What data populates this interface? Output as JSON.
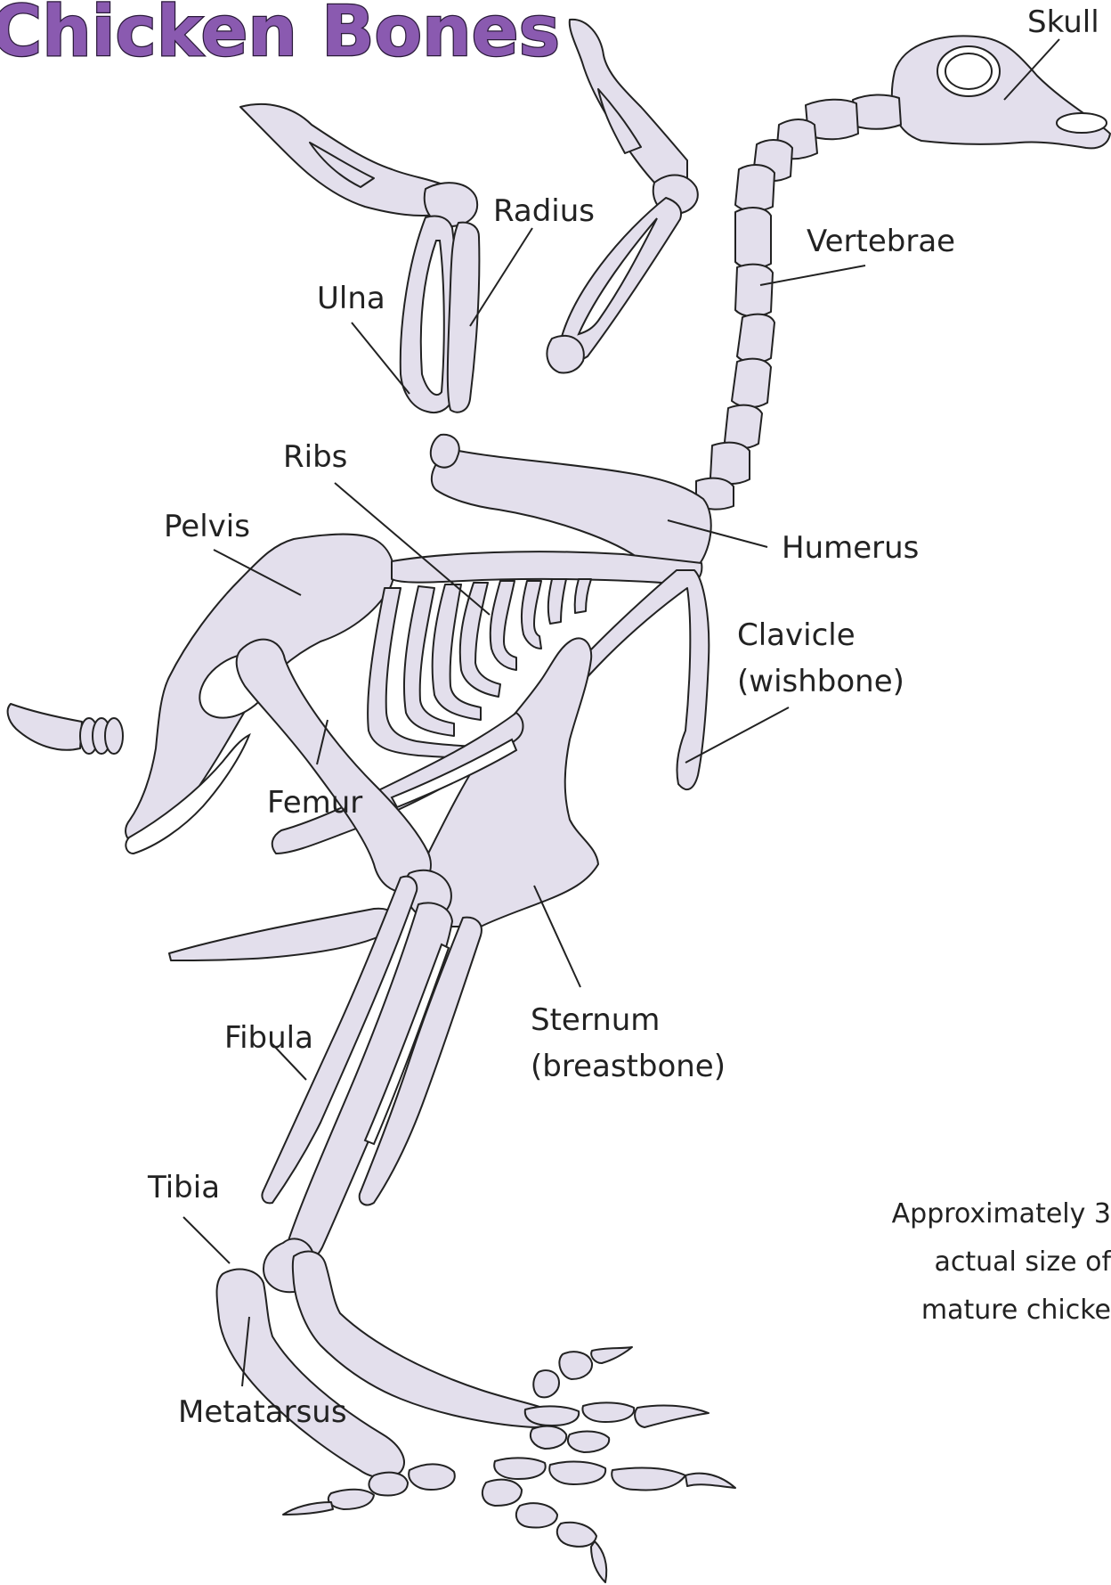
{
  "title": "Chicken Bones",
  "colors": {
    "bone_fill": "#e3dfec",
    "title_fill": "#8a5ab0",
    "outline": "#222222"
  },
  "labels": {
    "skull": "Skull",
    "radius": "Radius",
    "vertebrae": "Vertebrae",
    "ulna": "Ulna",
    "ribs": "Ribs",
    "pelvis": "Pelvis",
    "humerus": "Humerus",
    "clavicle_line1": "Clavicle",
    "clavicle_line2": "(wishbone)",
    "femur": "Femur",
    "sternum_line1": "Sternum",
    "sternum_line2": "(breastbone)",
    "fibula": "Fibula",
    "tibia": "Tibia",
    "metatarsus": "Metatarsus"
  },
  "note": {
    "line1": "Approximately 3",
    "line2": "actual size of",
    "line3": "mature chicke"
  }
}
